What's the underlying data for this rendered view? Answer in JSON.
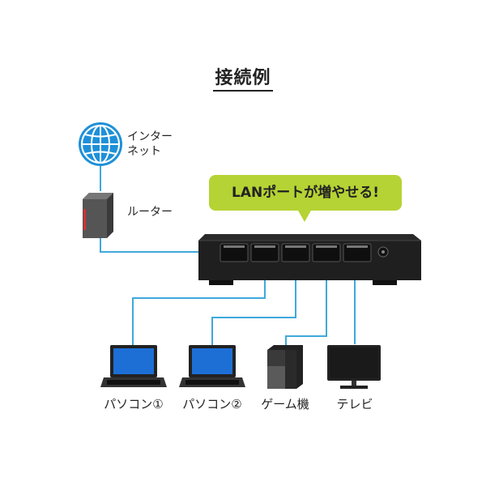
{
  "title": "接続例",
  "callout": "LANポートが増やせる!",
  "labels": {
    "internet_line1": "インター",
    "internet_line2": "ネット",
    "router": "ルーター",
    "pc1": "パソコン①",
    "pc2": "パソコン②",
    "game": "ゲーム機",
    "tv": "テレビ"
  },
  "colors": {
    "cable": "#3fa9dc",
    "callout_bg": "#b5d334",
    "globe": "#1e90d8",
    "switch_body": "#2a2a2a"
  },
  "icons": [
    "globe-icon",
    "router-icon",
    "switch-icon",
    "laptop-icon",
    "game-console-icon",
    "monitor-icon"
  ]
}
